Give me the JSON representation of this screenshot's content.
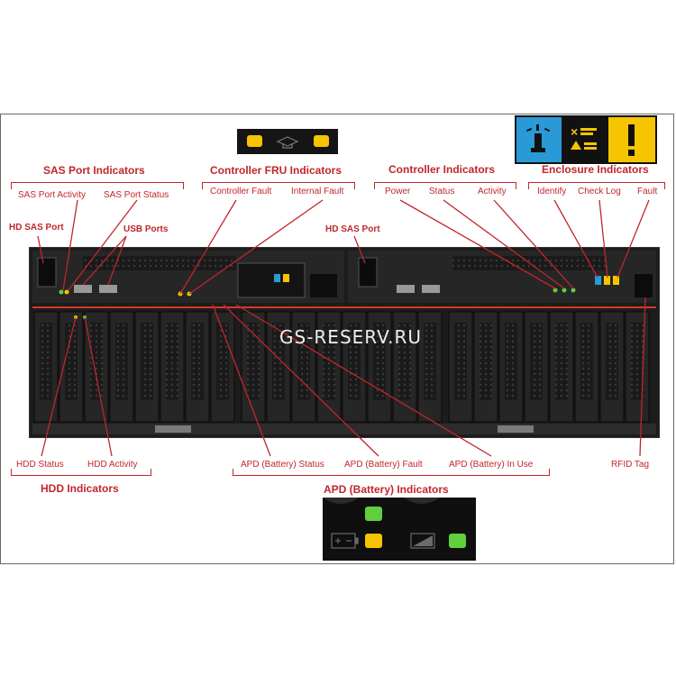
{
  "groups": {
    "sas_port": "SAS Port Indicators",
    "controller_fru": "Controller FRU Indicators",
    "controller": "Controller Indicators",
    "enclosure": "Enclosure Indicators",
    "hdd": "HDD Indicators",
    "apd": "APD (Battery) Indicators"
  },
  "labels": {
    "sas_port_activity": "SAS Port Activity",
    "sas_port_status": "SAS Port Status",
    "hd_sas_port_left": "HD SAS Port",
    "usb_ports": "USB Ports",
    "controller_fault": "Controller Fault",
    "internal_fault": "Internal Fault",
    "hd_sas_port_right": "HD SAS Port",
    "power": "Power",
    "status": "Status",
    "activity": "Activity",
    "identify": "Identify",
    "check_log": "Check Log",
    "fault": "Fault",
    "hdd_status": "HDD Status",
    "hdd_activity": "HDD Activity",
    "apd_status": "APD (Battery) Status",
    "apd_fault": "APD (Battery) Fault",
    "apd_in_use": "APD (Battery) In Use",
    "rfid_tag": "RFID Tag"
  },
  "watermark": "GS-RESERV.RU",
  "icons": {
    "controller_fru_panel": [
      "amber-led-icon",
      "mortarboard-icon",
      "amber-led-icon"
    ],
    "enclosure_panel": [
      "identify-beacon-icon",
      "check-log-icon",
      "fault-exclamation-icon"
    ],
    "apd_panel": [
      "battery-plus-icon",
      "green-led-icon",
      "amber-led-icon",
      "battery-charge-icon",
      "green-led-icon"
    ]
  },
  "colors": {
    "label": "#c0262c",
    "amber_led": "#f6c400",
    "green_led": "#5fcf3d",
    "identify_blue": "#2a9ad7",
    "chassis": "#1c1c1c",
    "bezel_stripe": "#d23a22"
  }
}
